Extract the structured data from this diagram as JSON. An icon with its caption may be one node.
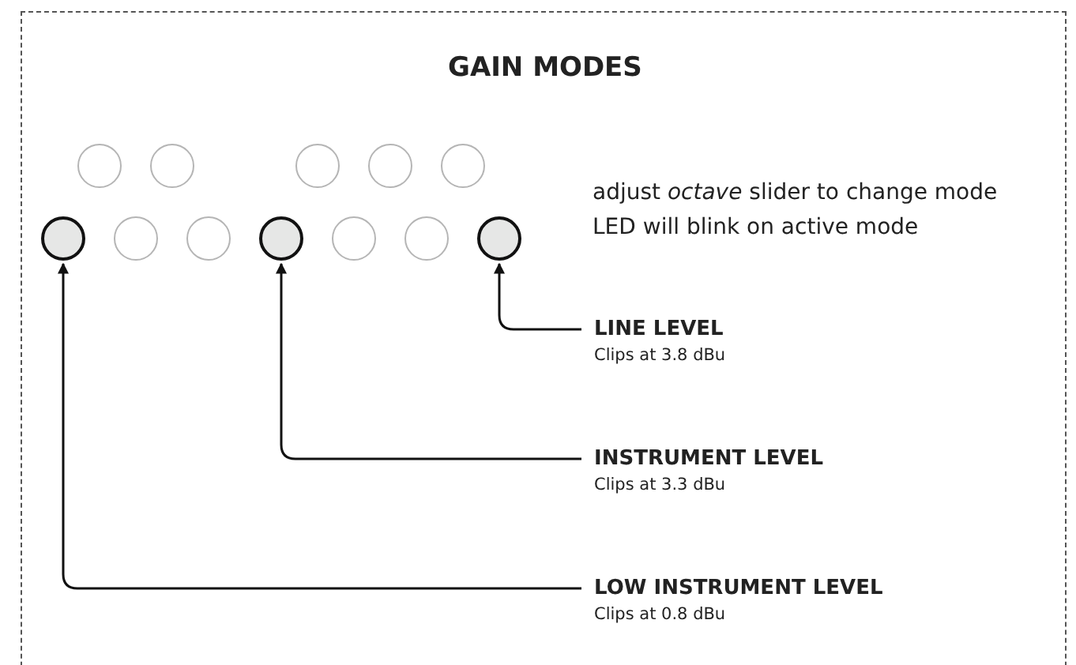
{
  "diagram": {
    "nodes": [
      {
        "text": [
          "GAIN MODES"
        ]
      },
      {
        "text": [],
        "shape": "circle",
        "in": 0
      },
      {
        "text": [],
        "shape": "circle",
        "in": 0
      },
      {
        "text": [],
        "shape": "circle",
        "in": 0
      },
      {
        "text": [],
        "shape": "circle",
        "in": 0
      },
      {
        "text": [],
        "shape": "circle",
        "in": 0
      },
      {
        "text": [],
        "shape": "circle",
        "in": 0
      },
      {
        "text": [],
        "shape": "circle",
        "in": 0
      },
      {
        "text": [],
        "shape": "circle",
        "in": 0
      },
      {
        "text": [],
        "shape": "circle",
        "in": 0
      },
      {
        "text": [],
        "shape": "circle",
        "in": 0
      },
      {
        "text": [],
        "shape": "circle",
        "in": 0
      },
      {
        "text": [],
        "shape": "circle",
        "in": 0
      },
      {
        "text": [
          "LINE LEVEL",
          "Clips at 3.8 dBu"
        ],
        "in": 0
      },
      {
        "text": [
          "INSTRUMENT LEVEL",
          "Clips at 3.3 dBu"
        ],
        "in": 0
      },
      {
        "text": [
          "LOW INSTRUMENT LEVEL",
          "Clips at 0.8 dBu"
        ],
        "in": 0
      }
    ],
    "edges": [
      {
        "from": 13,
        "to": 12,
        "arrow": "to"
      },
      {
        "from": 14,
        "to": 9,
        "arrow": "to"
      },
      {
        "from": 15,
        "to": 6,
        "arrow": "to"
      }
    ],
    "labels": [
      "adjust *octave* slider to change mode",
      "LED will blink on active mode"
    ]
  }
}
